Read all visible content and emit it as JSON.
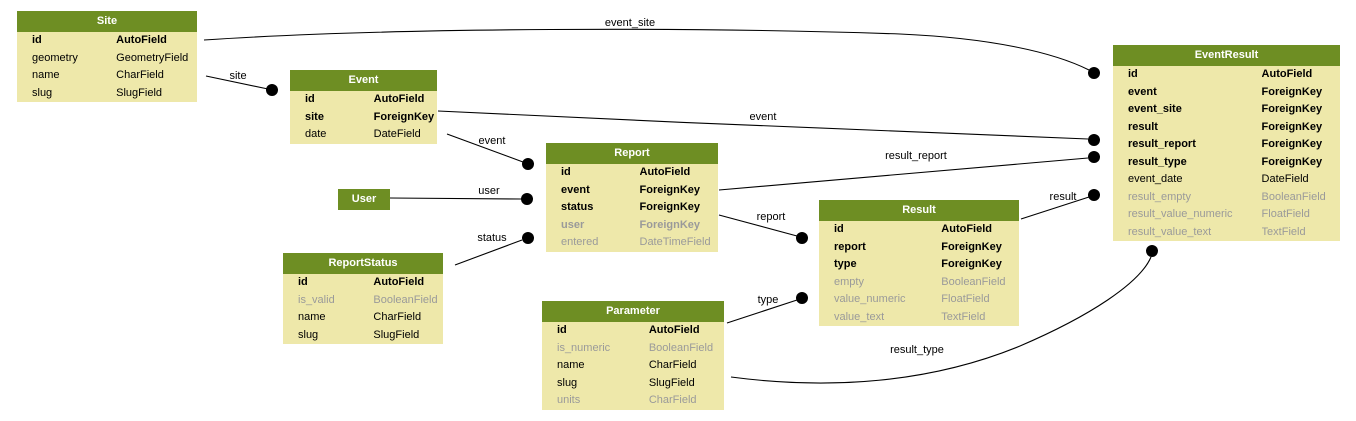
{
  "diagram_type": "django-model-er-graph",
  "colors": {
    "table_header_background": "#6E8E23",
    "table_body_background": "#EEE8AA",
    "header_text": "#ffffff",
    "field_text": "#000000",
    "muted_field_text": "#9a9a9a",
    "edge": "#000000",
    "page_background": "#ffffff"
  },
  "entities": [
    {
      "name": "Site",
      "fields": [
        {
          "name": "id",
          "type": "AutoField",
          "style": "bold"
        },
        {
          "name": "geometry",
          "type": "GeometryField",
          "style": "normal"
        },
        {
          "name": "name",
          "type": "CharField",
          "style": "normal"
        },
        {
          "name": "slug",
          "type": "SlugField",
          "style": "normal"
        }
      ]
    },
    {
      "name": "Event",
      "fields": [
        {
          "name": "id",
          "type": "AutoField",
          "style": "bold"
        },
        {
          "name": "site",
          "type": "ForeignKey",
          "style": "bold"
        },
        {
          "name": "date",
          "type": "DateField",
          "style": "normal"
        }
      ]
    },
    {
      "name": "User",
      "fields": []
    },
    {
      "name": "ReportStatus",
      "fields": [
        {
          "name": "id",
          "type": "AutoField",
          "style": "bold"
        },
        {
          "name": "is_valid",
          "type": "BooleanField",
          "style": "muted"
        },
        {
          "name": "name",
          "type": "CharField",
          "style": "normal"
        },
        {
          "name": "slug",
          "type": "SlugField",
          "style": "normal"
        }
      ]
    },
    {
      "name": "Report",
      "fields": [
        {
          "name": "id",
          "type": "AutoField",
          "style": "bold"
        },
        {
          "name": "event",
          "type": "ForeignKey",
          "style": "bold"
        },
        {
          "name": "status",
          "type": "ForeignKey",
          "style": "bold"
        },
        {
          "name": "user",
          "type": "ForeignKey",
          "style": "muted-bold"
        },
        {
          "name": "entered",
          "type": "DateTimeField",
          "style": "muted"
        }
      ]
    },
    {
      "name": "Parameter",
      "fields": [
        {
          "name": "id",
          "type": "AutoField",
          "style": "bold"
        },
        {
          "name": "is_numeric",
          "type": "BooleanField",
          "style": "muted"
        },
        {
          "name": "name",
          "type": "CharField",
          "style": "normal"
        },
        {
          "name": "slug",
          "type": "SlugField",
          "style": "normal"
        },
        {
          "name": "units",
          "type": "CharField",
          "style": "muted"
        }
      ]
    },
    {
      "name": "Result",
      "fields": [
        {
          "name": "id",
          "type": "AutoField",
          "style": "bold"
        },
        {
          "name": "report",
          "type": "ForeignKey",
          "style": "bold"
        },
        {
          "name": "type",
          "type": "ForeignKey",
          "style": "bold"
        },
        {
          "name": "empty",
          "type": "BooleanField",
          "style": "muted"
        },
        {
          "name": "value_numeric",
          "type": "FloatField",
          "style": "muted"
        },
        {
          "name": "value_text",
          "type": "TextField",
          "style": "muted"
        }
      ]
    },
    {
      "name": "EventResult",
      "fields": [
        {
          "name": "id",
          "type": "AutoField",
          "style": "bold"
        },
        {
          "name": "event",
          "type": "ForeignKey",
          "style": "bold"
        },
        {
          "name": "event_site",
          "type": "ForeignKey",
          "style": "bold"
        },
        {
          "name": "result",
          "type": "ForeignKey",
          "style": "bold"
        },
        {
          "name": "result_report",
          "type": "ForeignKey",
          "style": "bold"
        },
        {
          "name": "result_type",
          "type": "ForeignKey",
          "style": "bold"
        },
        {
          "name": "event_date",
          "type": "DateField",
          "style": "normal"
        },
        {
          "name": "result_empty",
          "type": "BooleanField",
          "style": "muted"
        },
        {
          "name": "result_value_numeric",
          "type": "FloatField",
          "style": "muted"
        },
        {
          "name": "result_value_text",
          "type": "TextField",
          "style": "muted"
        }
      ]
    }
  ],
  "edges": [
    {
      "label": "event_site",
      "from": "Site",
      "to": "EventResult"
    },
    {
      "label": "site",
      "from": "Site",
      "to": "Event"
    },
    {
      "label": "event",
      "from": "Event",
      "to": "Report"
    },
    {
      "label": "user",
      "from": "User",
      "to": "Report"
    },
    {
      "label": "status",
      "from": "ReportStatus",
      "to": "Report"
    },
    {
      "label": "report",
      "from": "Report",
      "to": "Result"
    },
    {
      "label": "type",
      "from": "Parameter",
      "to": "Result"
    },
    {
      "label": "event",
      "from": "Event",
      "to": "EventResult"
    },
    {
      "label": "result_report",
      "from": "Report",
      "to": "EventResult"
    },
    {
      "label": "result",
      "from": "Result",
      "to": "EventResult"
    },
    {
      "label": "result_type",
      "from": "Parameter",
      "to": "EventResult"
    }
  ]
}
